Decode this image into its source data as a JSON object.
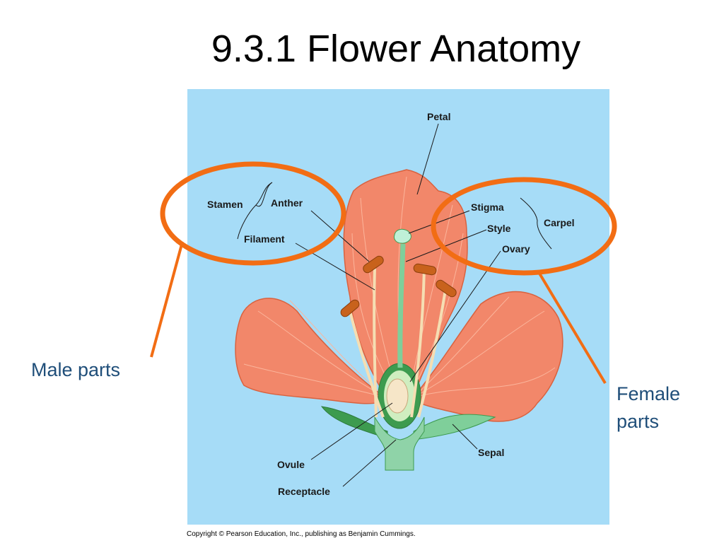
{
  "title": "9.3.1 Flower Anatomy",
  "side_labels": {
    "male": "Male parts",
    "female": "Female parts"
  },
  "copyright": "Copyright © Pearson Education, Inc., publishing as Benjamin Cummings.",
  "diagram_labels": {
    "petal": "Petal",
    "stamen": "Stamen",
    "anther": "Anther",
    "filament": "Filament",
    "stigma": "Stigma",
    "style": "Style",
    "ovary": "Ovary",
    "carpel": "Carpel",
    "ovule": "Ovule",
    "receptacle": "Receptacle",
    "sepal": "Sepal"
  },
  "colors": {
    "background_panel": "#a6dcf7",
    "petal": "#f2876a",
    "highlight_ring": "#f26d14",
    "side_label_text": "#1f4e79"
  }
}
